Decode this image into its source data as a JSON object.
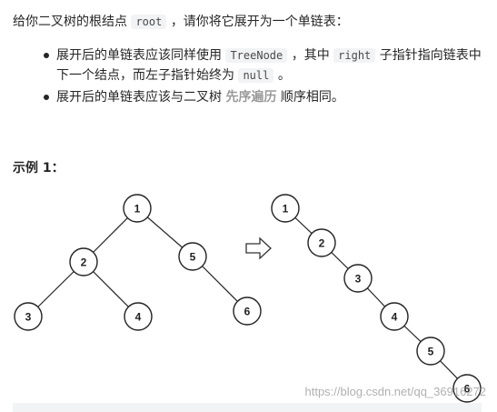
{
  "intro": {
    "prefix": "给你二叉树的根结点",
    "code_root": "root",
    "suffix": "，请你将它展开为一个单链表："
  },
  "rules": [
    {
      "text_a": "展开后的单链表应该同样使用",
      "code_a": "TreeNode",
      "text_b": "，其中",
      "code_b": "right",
      "text_c": "子指针指向链表中下一个结点，而左子指针始终为",
      "code_c": "null",
      "text_d": "。"
    },
    {
      "text_a": "展开后的单链表应该与二叉树",
      "strong": "先序遍历",
      "text_b": "顺序相同。"
    }
  ],
  "example_title": "示例 1：",
  "tree_before": [
    {
      "id": "1",
      "label": "1"
    },
    {
      "id": "2",
      "label": "2"
    },
    {
      "id": "5",
      "label": "5"
    },
    {
      "id": "3",
      "label": "3"
    },
    {
      "id": "4",
      "label": "4"
    },
    {
      "id": "6",
      "label": "6"
    }
  ],
  "list_after": [
    "1",
    "2",
    "3",
    "4",
    "5",
    "6"
  ],
  "watermark": "https://blog.csdn.net/qq_36916272"
}
